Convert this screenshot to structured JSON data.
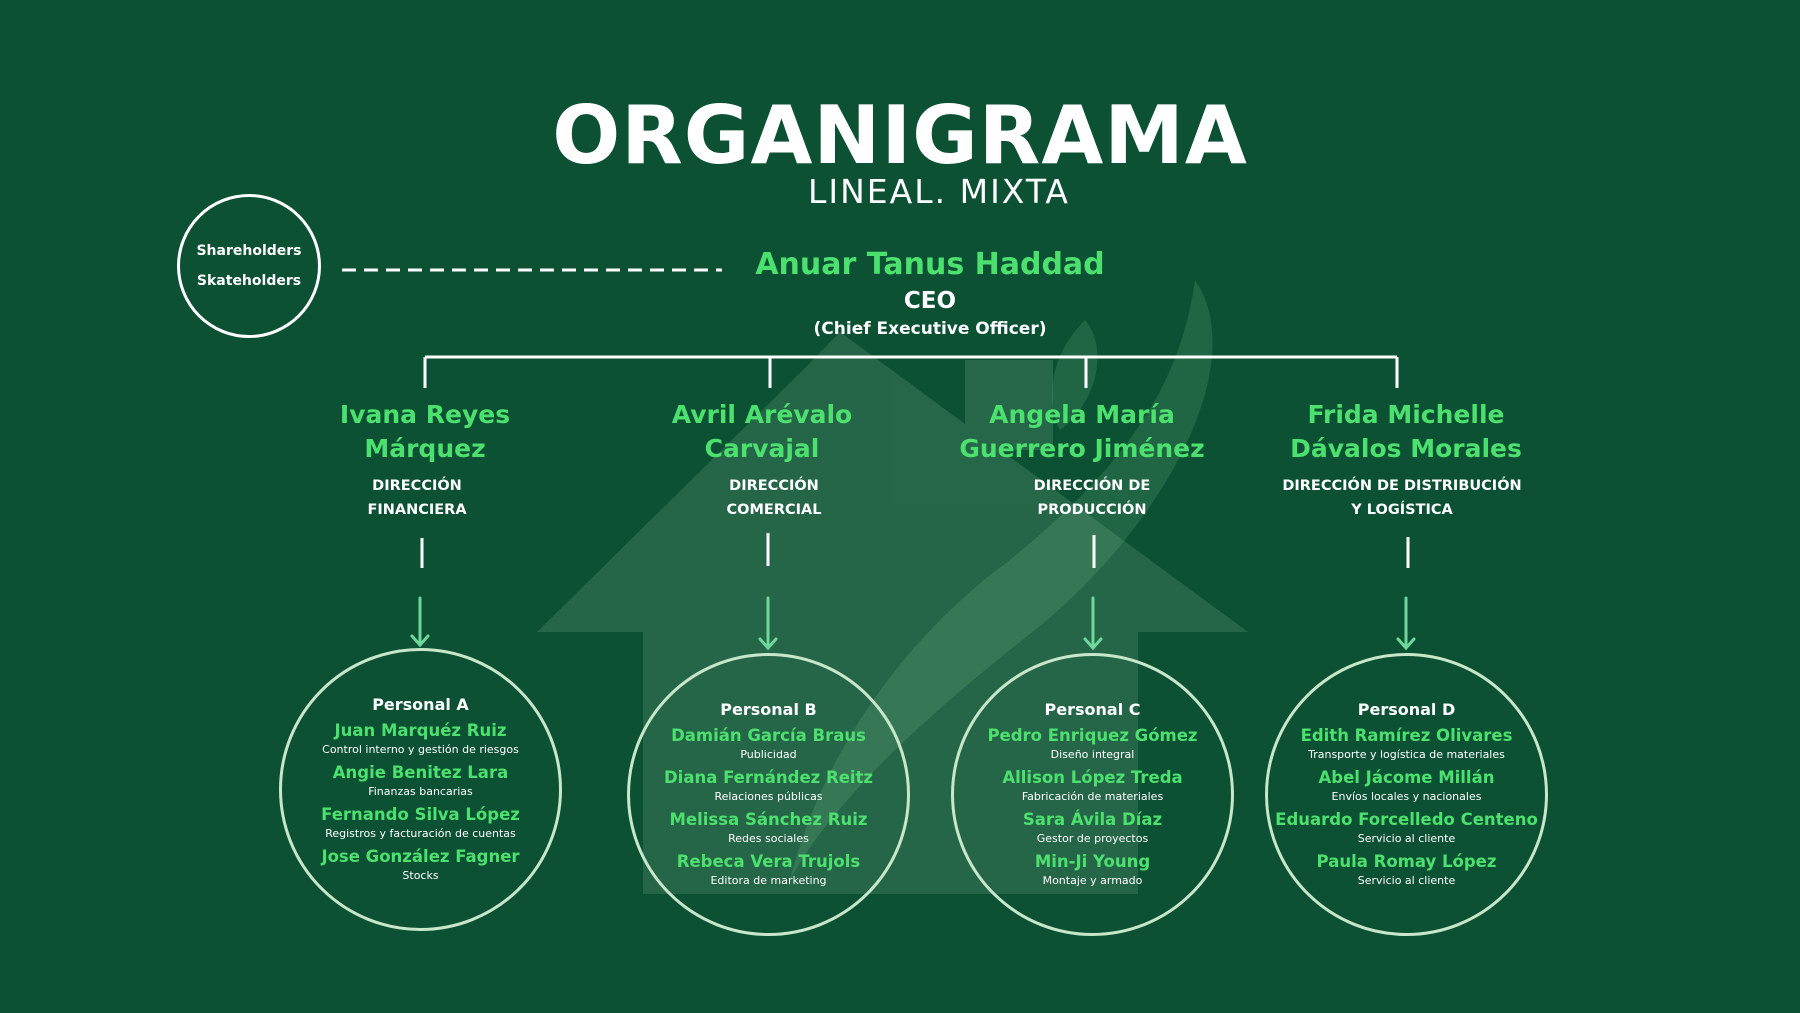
{
  "title": "ORGANIGRAMA",
  "subtitle": "LINEAL. MIXTA",
  "stakeholders": [
    "Shareholders",
    "Skateholders"
  ],
  "ceo": {
    "name": "Anuar Tanus Haddad",
    "role": "CEO",
    "role_full": "(Chief Executive Officer)"
  },
  "directors": [
    {
      "name": "Ivana Reyes\nMárquez",
      "title": "DIRECCIÓN\nFINANCIERA"
    },
    {
      "name": "Avril Arévalo\nCarvajal",
      "title": "DIRECCIÓN\nCOMERCIAL"
    },
    {
      "name": "Angela María\nGuerrero Jiménez",
      "title": "DIRECCIÓN DE\nPRODUCCIÓN"
    },
    {
      "name": "Frida Michelle\nDávalos Morales",
      "title": "DIRECCIÓN DE DISTRIBUCIÓN\nY LOGÍSTICA"
    }
  ],
  "teams": [
    {
      "label": "Personal A",
      "members": [
        {
          "name": "Juan Marquéz Ruiz",
          "role": "Control interno y gestión de riesgos"
        },
        {
          "name": "Angie Benitez Lara",
          "role": "Finanzas bancarias"
        },
        {
          "name": "Fernando Silva López",
          "role": "Registros y facturación de cuentas"
        },
        {
          "name": "Jose González Fagner",
          "role": "Stocks"
        }
      ]
    },
    {
      "label": "Personal B",
      "members": [
        {
          "name": "Damián García Braus",
          "role": "Publicidad"
        },
        {
          "name": "Diana Fernández Reitz",
          "role": "Relaciones públicas"
        },
        {
          "name": "Melissa Sánchez Ruiz",
          "role": "Redes sociales"
        },
        {
          "name": "Rebeca Vera Trujols",
          "role": "Editora de marketing"
        }
      ]
    },
    {
      "label": "Personal C",
      "members": [
        {
          "name": "Pedro Enriquez Gómez",
          "role": "Diseño integral"
        },
        {
          "name": "Allison López Treda",
          "role": "Fabricación de materiales"
        },
        {
          "name": "Sara Ávila Díaz",
          "role": "Gestor de proyectos"
        },
        {
          "name": "Min-Ji Young",
          "role": "Montaje y armado"
        }
      ]
    },
    {
      "label": "Personal D",
      "members": [
        {
          "name": "Edith Ramírez Olivares",
          "role": "Transporte y logística de materiales"
        },
        {
          "name": "Abel Jácome Millán",
          "role": "Envíos locales y nacionales"
        },
        {
          "name": "Eduardo Forcelledo Centeno",
          "role": "Servicio al cliente"
        },
        {
          "name": "Paula Romay López",
          "role": "Servicio al cliente"
        }
      ]
    }
  ],
  "colors": {
    "background": "#0c5133",
    "accent": "#4ce06e",
    "text": "#ffffff",
    "connector": "#6fd79a"
  }
}
